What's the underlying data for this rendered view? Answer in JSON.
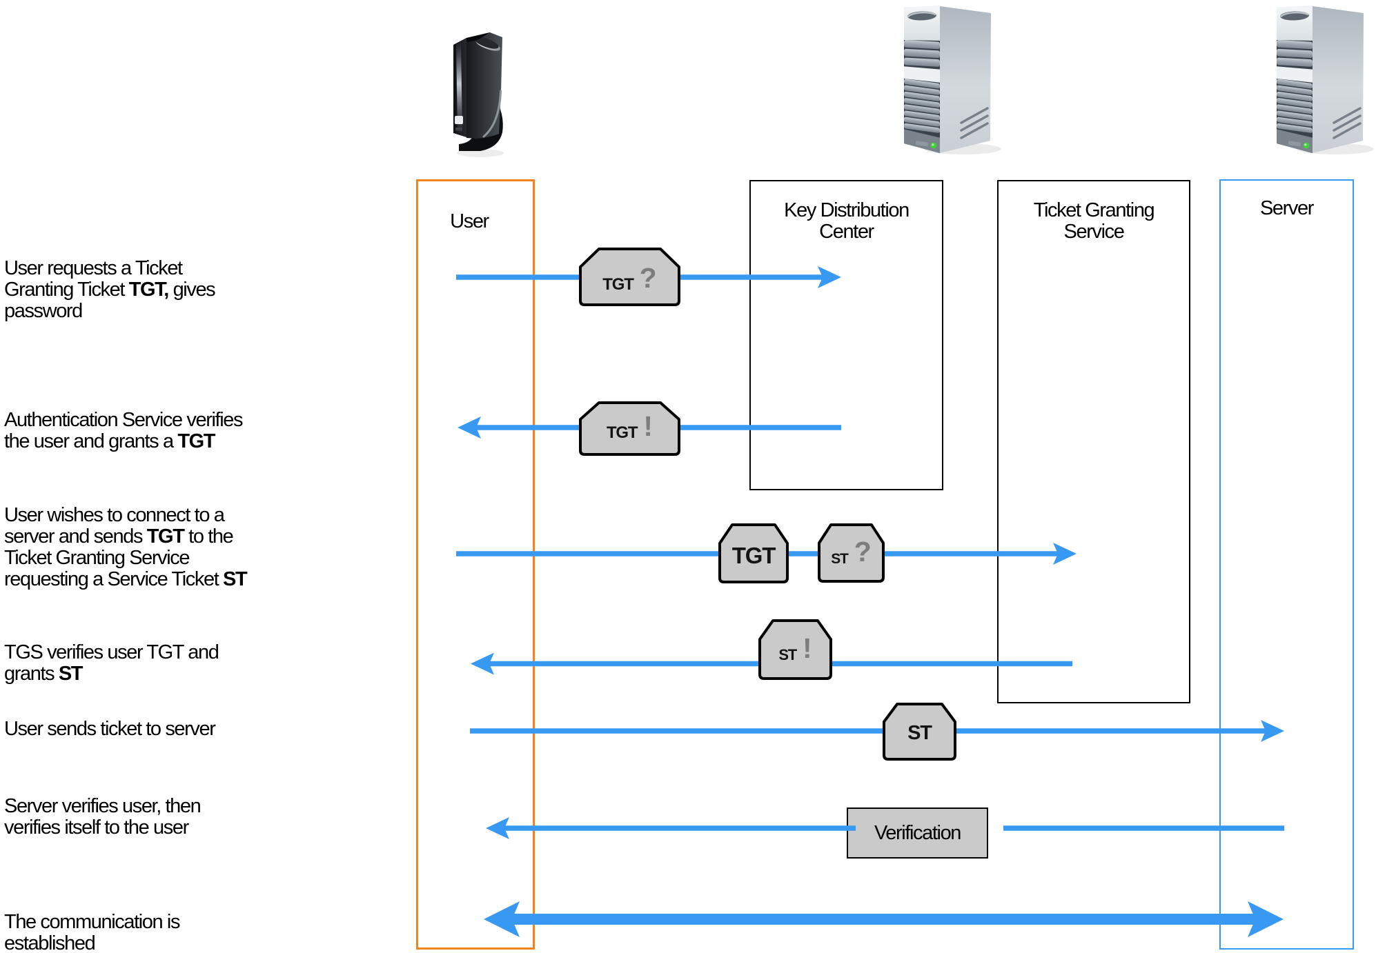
{
  "title": "Kerberos authentication flow diagram",
  "colors": {
    "arrow_blue": "#3799F2",
    "lane_orange": "#F5831D",
    "lane_blue": "#3799F2",
    "box_black": "#000000",
    "ticket_fill": "#CACACA",
    "ticket_border": "#000000",
    "symbol_gray": "#7D7D7D",
    "led_green": "#43D13B"
  },
  "lanes": {
    "user": {
      "label": "User"
    },
    "kdc": {
      "label": "Key Distribution\nCenter"
    },
    "tgs": {
      "label": "Ticket Granting\nService"
    },
    "server": {
      "label": "Server"
    }
  },
  "icons": {
    "user_pc": "desktop-tower-computer",
    "kdc_server": "server-tower",
    "app_server": "server-tower"
  },
  "steps": [
    {
      "lines": [
        [
          {
            "t": "User requests a Ticket"
          }
        ],
        [
          {
            "t": "Granting Ticket "
          },
          {
            "t": "TGT,",
            "b": true
          },
          {
            "t": " gives"
          }
        ],
        [
          {
            "t": "password"
          }
        ]
      ]
    },
    {
      "lines": [
        [
          {
            "t": "Authentication Service verifies"
          }
        ],
        [
          {
            "t": "the user and grants a "
          },
          {
            "t": "TGT",
            "b": true
          }
        ]
      ]
    },
    {
      "lines": [
        [
          {
            "t": "User wishes to connect to a"
          }
        ],
        [
          {
            "t": "server and sends "
          },
          {
            "t": "TGT",
            "b": true
          },
          {
            "t": " to the"
          }
        ],
        [
          {
            "t": "Ticket Granting Service"
          }
        ],
        [
          {
            "t": "requesting a Service Ticket "
          },
          {
            "t": "ST",
            "b": true
          }
        ]
      ]
    },
    {
      "lines": [
        [
          {
            "t": "TGS verifies user TGT and"
          }
        ],
        [
          {
            "t": "grants "
          },
          {
            "t": "ST",
            "b": true
          }
        ]
      ]
    },
    {
      "lines": [
        [
          {
            "t": "User sends ticket to server"
          }
        ]
      ]
    },
    {
      "lines": [
        [
          {
            "t": "Server verifies user, then"
          }
        ],
        [
          {
            "t": "verifies itself to the user"
          }
        ]
      ]
    },
    {
      "lines": [
        [
          {
            "t": "The communication is"
          }
        ],
        [
          {
            "t": "established"
          }
        ]
      ]
    }
  ],
  "tickets": [
    {
      "label": "TGT",
      "symbol": "?"
    },
    {
      "label": "TGT",
      "symbol": "!"
    },
    {
      "label": "TGT",
      "symbol": ""
    },
    {
      "label": "ST",
      "symbol": "?"
    },
    {
      "label": "ST",
      "symbol": "!"
    },
    {
      "label": "ST",
      "symbol": ""
    }
  ],
  "verification": {
    "label": "Verification"
  }
}
